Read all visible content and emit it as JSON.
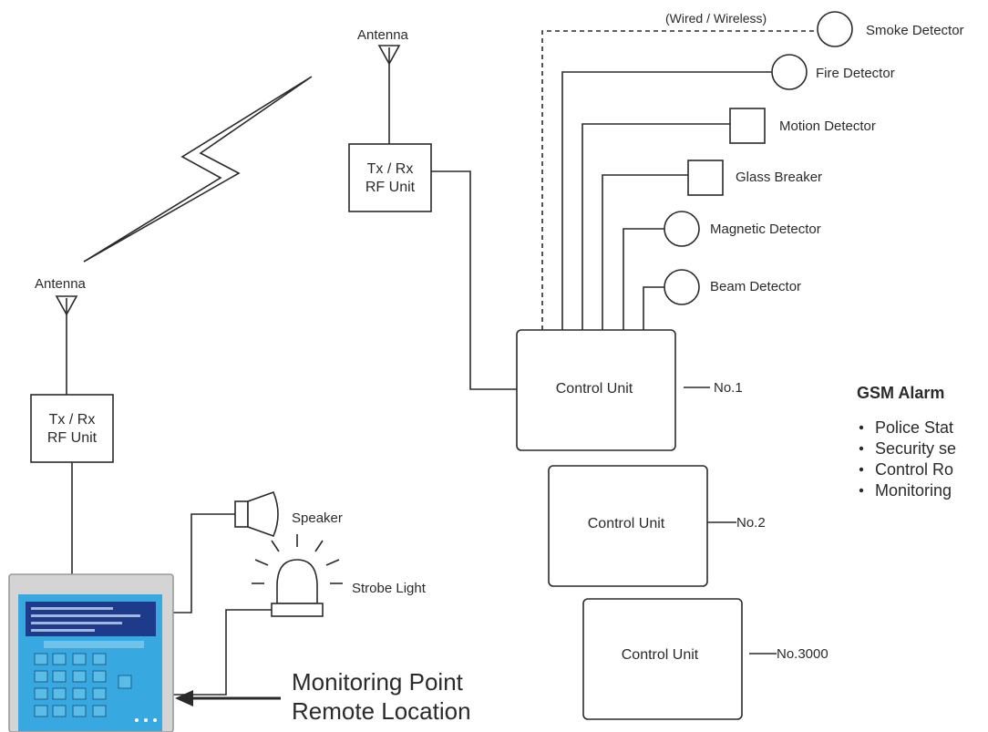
{
  "antennas": {
    "top": "Antenna",
    "left": "Antenna"
  },
  "rf_units": {
    "top": {
      "line1": "Tx / Rx",
      "line2": "RF Unit"
    },
    "left": {
      "line1": "Tx / Rx",
      "line2": "RF Unit"
    }
  },
  "connection_note": "(Wired / Wireless)",
  "detectors": {
    "smoke": "Smoke Detector",
    "fire": "Fire Detector",
    "motion": "Motion Detector",
    "glass": "Glass Breaker",
    "magnetic": "Magnetic Detector",
    "beam": "Beam Detector"
  },
  "control_units": [
    {
      "label": "Control Unit",
      "number": "No.1"
    },
    {
      "label": "Control Unit",
      "number": "No.2"
    },
    {
      "label": "Control Unit",
      "number": "No.3000"
    }
  ],
  "outputs": {
    "speaker": "Speaker",
    "strobe": "Strobe Light"
  },
  "monitoring": {
    "line1": "Monitoring Point",
    "line2": "Remote Location"
  },
  "gsm_panel": {
    "heading": "GSM Alarm",
    "items": [
      "Police Stat",
      "Security se",
      "Control Ro",
      "Monitoring"
    ]
  },
  "colors": {
    "line": "#2a2a2a",
    "panel_screen": "#1e3a8a",
    "panel_keypad": "#38a8e0",
    "panel_case": "#d4d4d4"
  }
}
